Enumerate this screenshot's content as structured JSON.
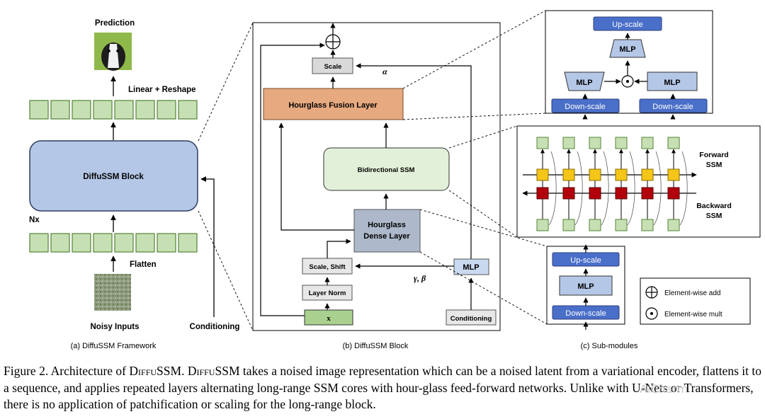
{
  "panel_a": {
    "prediction_label": "Prediction",
    "linear_reshape_label": "Linear + Reshape",
    "block_label": "DiffuSSM Block",
    "nx_label": "Nx",
    "flatten_label": "Flatten",
    "noisy_inputs_label": "Noisy Inputs",
    "conditioning_label": "Conditioning",
    "caption": "(a) DiffuSSM Framework"
  },
  "panel_b": {
    "scale_label": "Scale",
    "alpha_label": "α",
    "fusion_label": "Hourglass Fusion Layer",
    "bissm_label": "Bidirectional SSM",
    "dense_label_line1": "Hourglass",
    "dense_label_line2": "Dense Layer",
    "scale_shift_label": "Scale, Shift",
    "mlp_label": "MLP",
    "gamma_beta_label": "γ, β",
    "layer_norm_label": "Layer Norm",
    "x_label": "x",
    "conditioning_label": "Conditioning",
    "caption": "(b) DiffuSSM Block"
  },
  "panel_c": {
    "upscale_label": "Up-scale",
    "mlp_label": "MLP",
    "downscale_label": "Down-scale",
    "forward_ssm_label_line1": "Forward",
    "forward_ssm_label_line2": "SSM",
    "backward_ssm_label_line1": "Backward",
    "backward_ssm_label_line2": "SSM",
    "caption": "(c) Sub-modules"
  },
  "legend": {
    "add_label": "Element-wise add",
    "mult_label": "Element-wise mult"
  },
  "caption": {
    "prefix": "Figure 2. Architecture of ",
    "name1": "DiffuSSM",
    "middle": ". ",
    "name2": "DiffuSSM",
    "text": " takes a noised image representation which can be a noised latent from a variational encoder, flattens it to a sequence, and applies repeated layers alternating long-range SSM cores with hour-glass feed-forward networks. Unlike with U-Nets or Transformers, there is no application of patchification or scaling for the long-range block."
  },
  "watermark": "AiCharm",
  "colors": {
    "token_green": "#c6e0b4",
    "block_blue": "#b4c7e7",
    "fusion_orange": "#e6a980",
    "ssm_green": "#e2f0d9",
    "dense_gray": "#adb9ca",
    "dark_blue": "#4a6fc9",
    "yellow": "#f5c518",
    "dark_red": "#b3000d"
  }
}
